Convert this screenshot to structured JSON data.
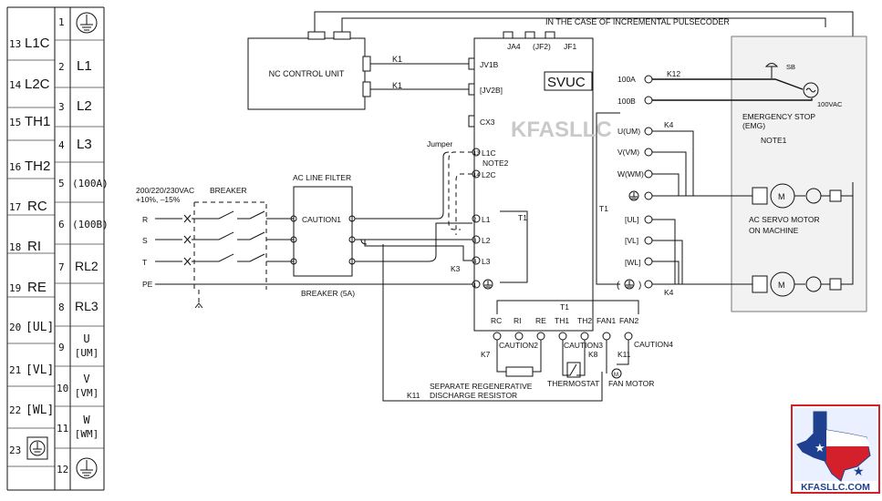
{
  "terminal_strip": {
    "left": [
      {
        "no": "13",
        "label": "L1C"
      },
      {
        "no": "14",
        "label": "L2C"
      },
      {
        "no": "15",
        "label": "TH1"
      },
      {
        "no": "16",
        "label": "TH2"
      },
      {
        "no": "17",
        "label": "RC"
      },
      {
        "no": "18",
        "label": "RI"
      },
      {
        "no": "19",
        "label": "RE"
      },
      {
        "no": "20",
        "label": "[UL]"
      },
      {
        "no": "21",
        "label": "[VL]"
      },
      {
        "no": "22",
        "label": "[WL]"
      },
      {
        "no": "23",
        "label": "ground"
      }
    ],
    "right": [
      {
        "no": "1",
        "label": "ground",
        "l2": ""
      },
      {
        "no": "2",
        "label": "L1",
        "l2": ""
      },
      {
        "no": "3",
        "label": "L2",
        "l2": ""
      },
      {
        "no": "4",
        "label": "L3",
        "l2": ""
      },
      {
        "no": "5",
        "label": "(100A)",
        "l2": ""
      },
      {
        "no": "6",
        "label": "(100B)",
        "l2": ""
      },
      {
        "no": "7",
        "label": "RL2",
        "l2": ""
      },
      {
        "no": "8",
        "label": "RL3",
        "l2": ""
      },
      {
        "no": "9",
        "label": "U",
        "l2": "[UM]"
      },
      {
        "no": "10",
        "label": "V",
        "l2": "[VM]"
      },
      {
        "no": "11",
        "label": "W",
        "l2": "[WM]"
      },
      {
        "no": "12",
        "label": "ground",
        "l2": ""
      }
    ]
  },
  "diagram": {
    "top_note": "IN THE CASE OF INCREMENTAL PULSECODER",
    "nc_unit": "NC CONTROL UNIT",
    "k1": "K1",
    "svuc": "SVUC",
    "watermark": "KFASLLC",
    "ports_top": [
      "JA4",
      "(JF2)",
      "JF1"
    ],
    "ports_left": [
      "JV1B",
      "[JV2B]",
      "CX3"
    ],
    "jumper": "Jumper",
    "note2": "NOTE2",
    "l1c": "L1C",
    "l2c": "L2C",
    "supply": [
      "200/220/230VAC",
      "+10%, –15%"
    ],
    "breaker": "BREAKER",
    "ac_line_filter": "AC LINE FILTER",
    "caution1": "CAUTION1",
    "phases": [
      "R",
      "S",
      "T",
      "PE"
    ],
    "t1": "T1",
    "l1": "L1",
    "l2": "L2",
    "l3": "L3",
    "k3": "K3",
    "breaker5a": "BREAKER (5A)",
    "right_terms": [
      "100A",
      "100B",
      "U(UM)",
      "V(VM)",
      "W(WM)"
    ],
    "lower_terms": [
      "[UL]",
      "[VL]",
      "[WL]"
    ],
    "k12": "K12",
    "k4": "K4",
    "sb": "SB",
    "vac100": "100VAC",
    "emg": [
      "EMERGENCY STOP",
      "(EMG)"
    ],
    "note1": "NOTE1",
    "servo": [
      "AC SERVO MOTOR",
      "ON MACHINE"
    ],
    "m": "M",
    "bottom_terms": [
      "RC",
      "RI",
      "RE",
      "TH1",
      "TH2",
      "FAN1",
      "FAN2"
    ],
    "caution2": "CAUTION2",
    "caution3": "CAUTION3",
    "caution4": "CAUTION4",
    "k7": "K7",
    "k8": "K8",
    "k11": "K11",
    "regen": [
      "SEPARATE REGENERATIVE",
      "DISCHARGE RESISTOR"
    ],
    "k11_regen": "K11",
    "thermostat": "THERMOSTAT",
    "fan_motor": "FAN MOTOR"
  },
  "logo": {
    "text": "KFASLLC.COM",
    "colors": {
      "red": "#d3202a",
      "blue": "#1f3f8f",
      "white": "#ffffff"
    }
  }
}
